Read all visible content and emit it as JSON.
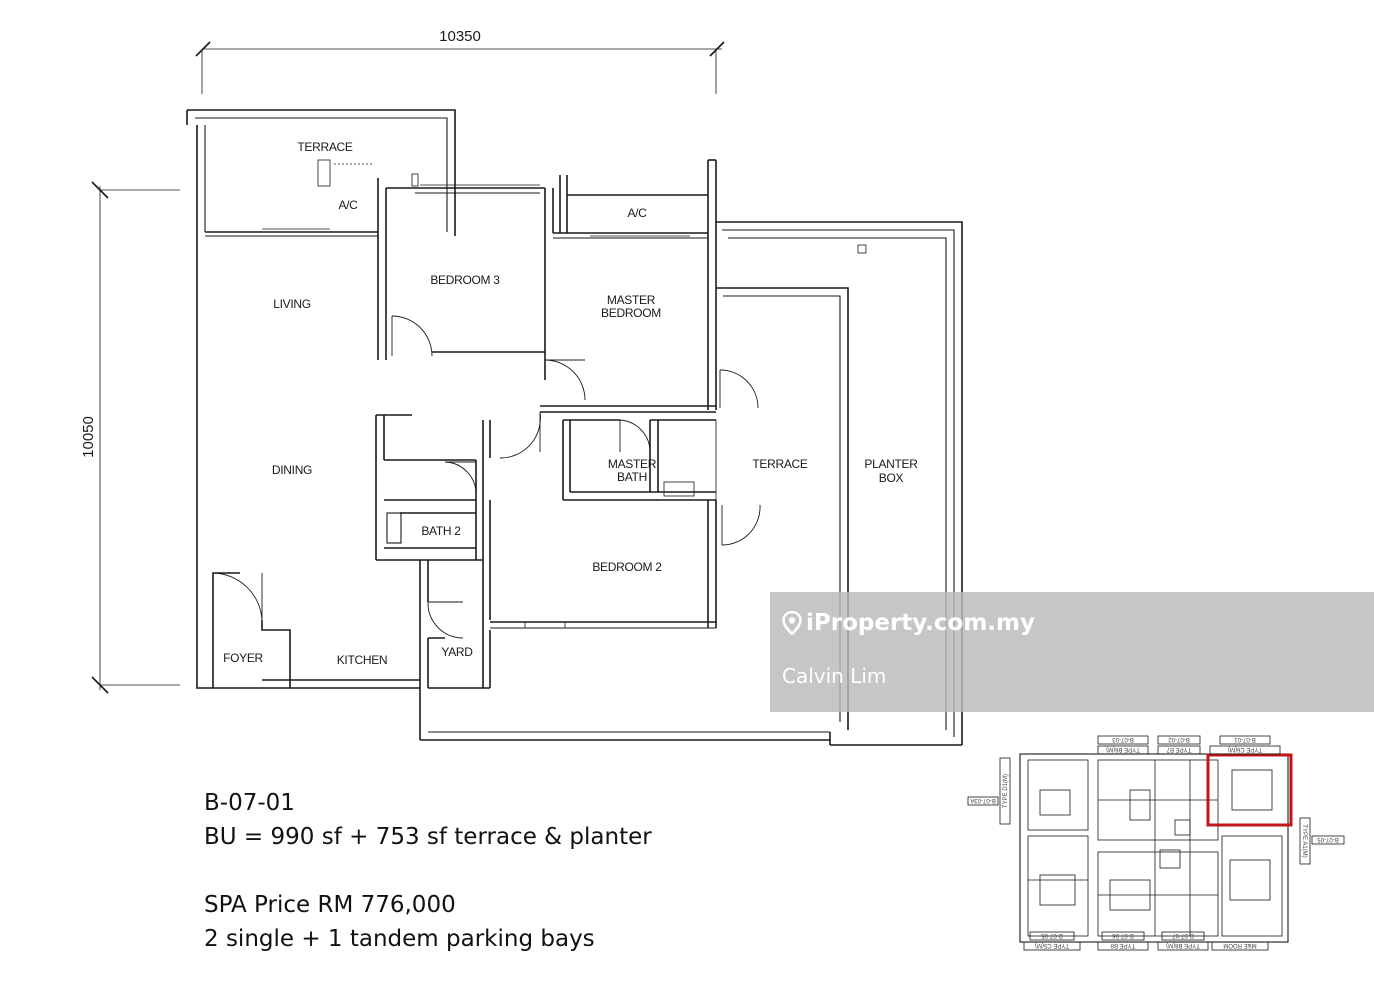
{
  "plan": {
    "dimensions": {
      "width": "10350",
      "height": "10050"
    },
    "rooms": {
      "terrace_top": "TERRACE",
      "ac_left": "A/C",
      "ac_right": "A/C",
      "bedroom3": "BEDROOM 3",
      "master_bedroom_1": "MASTER",
      "master_bedroom_2": "BEDROOM",
      "living": "LIVING",
      "dining": "DINING",
      "master_bath_1": "MASTER",
      "master_bath_2": "BATH",
      "terrace_right": "TERRACE",
      "planter_1": "PLANTER",
      "planter_2": "BOX",
      "bath2": "BATH 2",
      "bedroom2": "BEDROOM 2",
      "foyer": "FOYER",
      "kitchen": "KITCHEN",
      "yard": "YARD"
    }
  },
  "info": {
    "unit": "B-07-01",
    "bu": "BU = 990 sf + 753 sf terrace & planter",
    "price": "SPA Price RM 776,000",
    "parking": "2 single + 1 tandem parking bays"
  },
  "watermark": {
    "site": "iProperty.com.my",
    "agent": "Calvin Lim"
  },
  "keyplan": {
    "highlight_color": "#c0161b",
    "labels": {
      "top1": "B-07-03",
      "top1t": "TYPE B6(M)",
      "top2": "B-07-02",
      "top2t": "TYPE B7",
      "top3": "B-07-01",
      "top3t": "TYPE C6(M)",
      "left": "B-07-03A",
      "leftt": "TYPE D1(M)",
      "right": "B-07-05",
      "rightt": "TYPE A1(M)",
      "bot1": "B-07-05",
      "bot1t": "TYPE C5(M)",
      "bot2": "B-07-06",
      "bot2t": "TYPE B8",
      "bot3": "B-07-07",
      "bot3t": "TYPE B8(M)",
      "bot4": "M&E ROOM"
    }
  }
}
